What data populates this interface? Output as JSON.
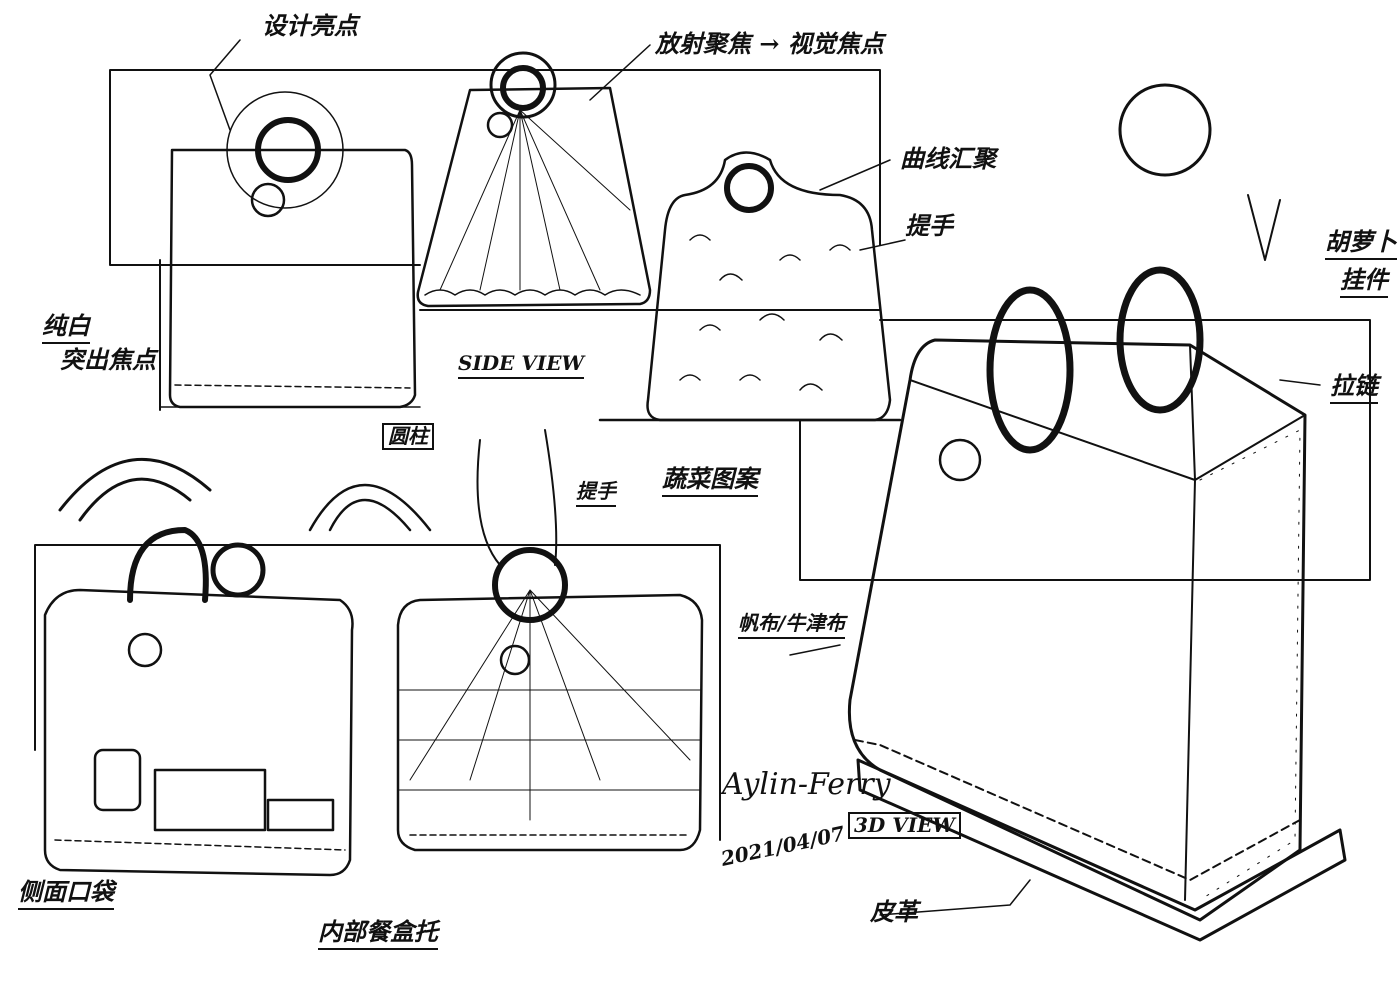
{
  "annotations": {
    "design_highlight": "设计亮点",
    "radial_focus": "放射聚焦 → 视觉焦点",
    "curve_converge": "曲线汇聚",
    "handle_top": "提手",
    "carrot_line1": "胡萝卜",
    "carrot_line2": "挂件",
    "zipper": "拉链",
    "pure_white_line1": "纯白",
    "pure_white_line2": "突出焦点",
    "side_view": "SIDE VIEW",
    "vegetable_pattern": "蔬菜图案",
    "round_handle": "圆柱",
    "handle_bottom": "提手",
    "canvas_fabric": "帆布/牛津布",
    "signature": "Aylin-Ferry",
    "date": "2021/04/07",
    "view_3d": "3D VIEW",
    "leather": "皮革",
    "side_pocket": "侧面口袋",
    "inner_tray": "内部餐盒托"
  },
  "colors": {
    "ink": "#111111",
    "paper": "#ffffff"
  }
}
